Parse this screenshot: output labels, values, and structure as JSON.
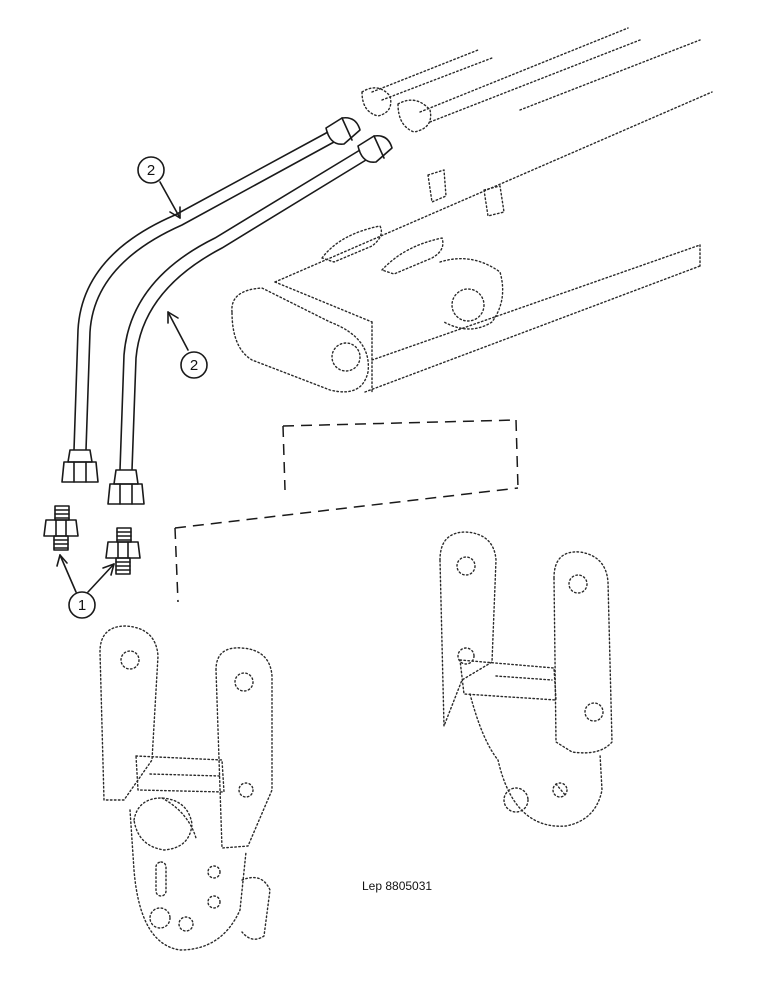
{
  "callouts": {
    "fitting_label": "1",
    "hose_label_top": "2",
    "hose_label_bottom": "2"
  },
  "reference": {
    "code": "Lep 8805031"
  },
  "icons": {
    "fitting": "hydraulic-adapter-icon",
    "hose": "hydraulic-hose-icon",
    "arm": "boom-arm-icon",
    "bracket": "clevis-bracket-icon"
  }
}
